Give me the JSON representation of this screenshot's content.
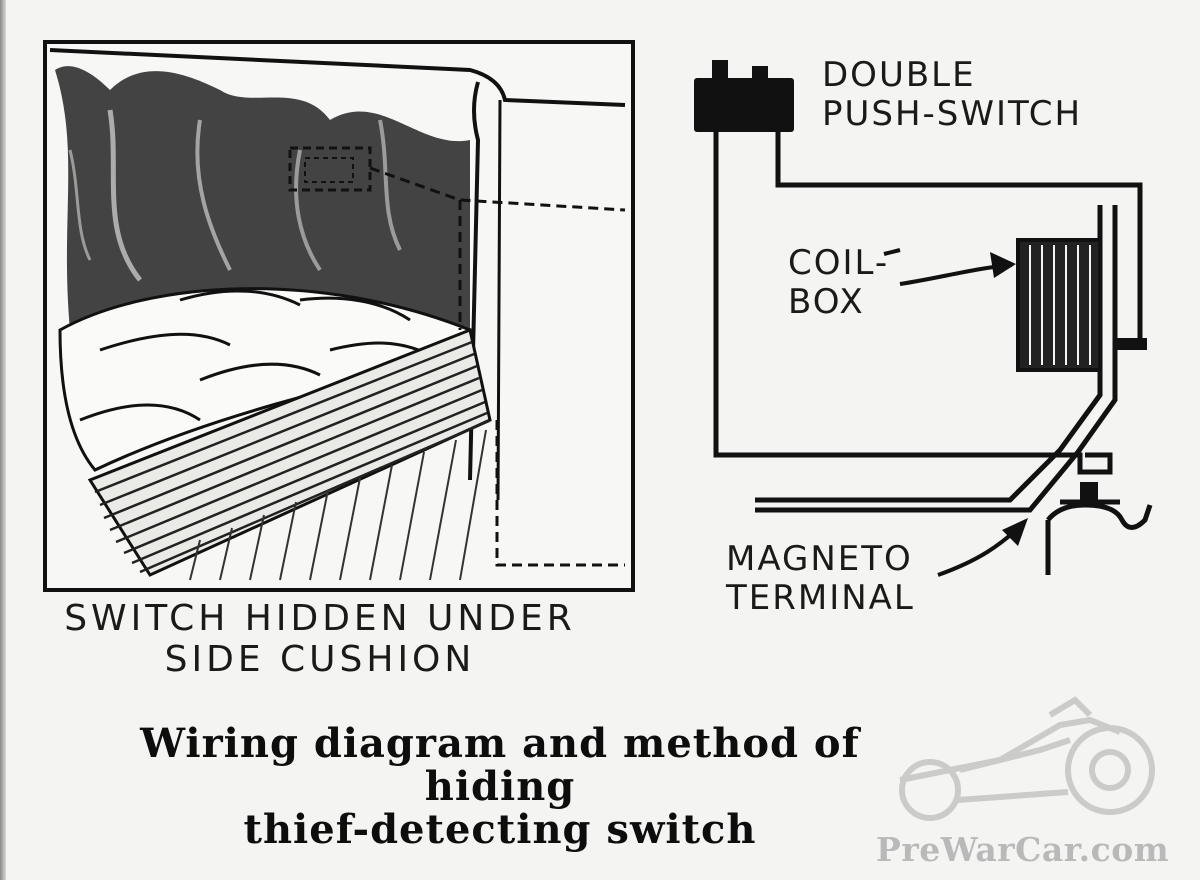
{
  "inset": {
    "caption_lines": [
      "SWITCH HIDDEN UNDER",
      "SIDE CUSHION"
    ]
  },
  "diagram": {
    "switch_label_lines": [
      "DOUBLE",
      "PUSH-SWITCH"
    ],
    "coil_label_lines": [
      "COIL-",
      "BOX"
    ],
    "magneto_label_lines": [
      "MAGNETO",
      "TERMINAL"
    ]
  },
  "caption": {
    "line1": "Wiring diagram and method of hiding",
    "line2": "thief-detecting switch"
  },
  "watermark": {
    "text": "PreWarCar.com",
    "color": "#b9b9b9"
  },
  "colors": {
    "ink": "#111111",
    "paper": "#f4f4f2"
  }
}
